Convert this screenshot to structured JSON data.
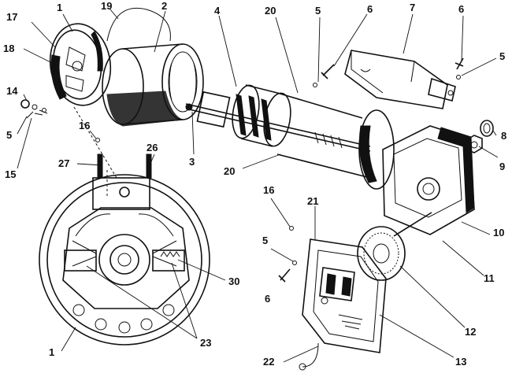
{
  "diagram": {
    "callouts": [
      {
        "id": "c1a",
        "text": "1"
      },
      {
        "id": "c1b",
        "text": "1"
      },
      {
        "id": "c2",
        "text": "2"
      },
      {
        "id": "c3",
        "text": "3"
      },
      {
        "id": "c4",
        "text": "4"
      },
      {
        "id": "c5a",
        "text": "5"
      },
      {
        "id": "c5b",
        "text": "5"
      },
      {
        "id": "c5c",
        "text": "5"
      },
      {
        "id": "c5d",
        "text": "5"
      },
      {
        "id": "c6a",
        "text": "6"
      },
      {
        "id": "c6b",
        "text": "6"
      },
      {
        "id": "c6c",
        "text": "6"
      },
      {
        "id": "c7",
        "text": "7"
      },
      {
        "id": "c8",
        "text": "8"
      },
      {
        "id": "c9",
        "text": "9"
      },
      {
        "id": "c10",
        "text": "10"
      },
      {
        "id": "c11",
        "text": "11"
      },
      {
        "id": "c12",
        "text": "12"
      },
      {
        "id": "c13",
        "text": "13"
      },
      {
        "id": "c14",
        "text": "14"
      },
      {
        "id": "c15",
        "text": "15"
      },
      {
        "id": "c16a",
        "text": "16"
      },
      {
        "id": "c16b",
        "text": "16"
      },
      {
        "id": "c17",
        "text": "17"
      },
      {
        "id": "c18",
        "text": "18"
      },
      {
        "id": "c19",
        "text": "19"
      },
      {
        "id": "c20a",
        "text": "20"
      },
      {
        "id": "c20b",
        "text": "20"
      },
      {
        "id": "c21",
        "text": "21"
      },
      {
        "id": "c22",
        "text": "22"
      },
      {
        "id": "c23",
        "text": "23"
      },
      {
        "id": "c26",
        "text": "26"
      },
      {
        "id": "c27",
        "text": "27"
      },
      {
        "id": "c30",
        "text": "30"
      }
    ]
  }
}
